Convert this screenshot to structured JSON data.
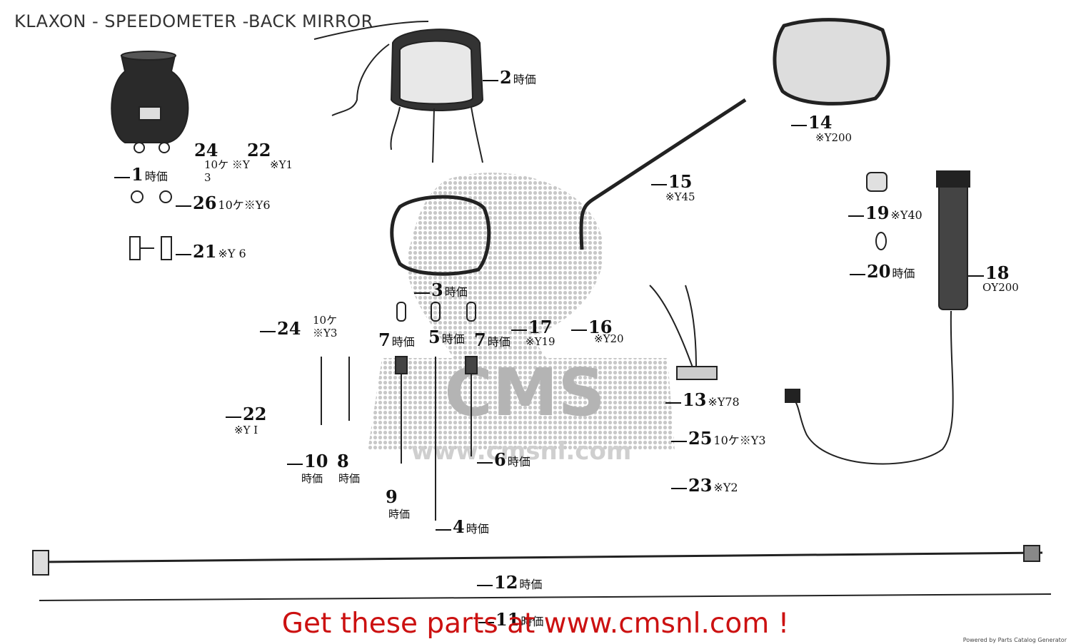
{
  "title": "KLAXON - SPEEDOMETER -BACK MIRROR",
  "cta": "Get these parts at www.cmsnl.com !",
  "credit": "Powered by Parts Catalog Generator",
  "watermark": {
    "text": "CMS",
    "url": "www.cmsnl.com"
  },
  "labels": [
    {
      "id": "1",
      "num": "1",
      "jp": "時価"
    },
    {
      "id": "2",
      "num": "2",
      "jp": "時価"
    },
    {
      "id": "3",
      "num": "3",
      "jp": "時価"
    },
    {
      "id": "4",
      "num": "4",
      "jp": "時価"
    },
    {
      "id": "5",
      "num": "5",
      "jp": "時価"
    },
    {
      "id": "6",
      "num": "6",
      "jp": "時価"
    },
    {
      "id": "7",
      "num": "7",
      "jp": "時価"
    },
    {
      "id": "7b",
      "num": "7",
      "jp": "時価"
    },
    {
      "id": "8",
      "num": "8",
      "jp": "時価"
    },
    {
      "id": "9",
      "num": "9",
      "jp": "時価"
    },
    {
      "id": "10",
      "num": "10",
      "jp": "時価"
    },
    {
      "id": "11",
      "num": "11",
      "jp": "時価"
    },
    {
      "id": "12",
      "num": "12",
      "jp": "時価"
    },
    {
      "id": "13",
      "num": "13",
      "jp": "※Y78"
    },
    {
      "id": "14",
      "num": "14",
      "jp": "※Y200"
    },
    {
      "id": "15",
      "num": "15",
      "jp": "※Y45"
    },
    {
      "id": "16",
      "num": "16",
      "jp": "※Y20"
    },
    {
      "id": "17",
      "num": "17",
      "jp": "※Y19"
    },
    {
      "id": "18",
      "num": "18",
      "jp": "OY200"
    },
    {
      "id": "19",
      "num": "19",
      "jp": "※Y40"
    },
    {
      "id": "20",
      "num": "20",
      "jp": "時価"
    },
    {
      "id": "21",
      "num": "21",
      "jp": "※Y 6"
    },
    {
      "id": "22a",
      "num": "22",
      "jp": "※Y1"
    },
    {
      "id": "22b",
      "num": "22",
      "jp": "※Y I"
    },
    {
      "id": "23",
      "num": "23",
      "jp": "※Y2"
    },
    {
      "id": "24a",
      "num": "24",
      "jp": "10ケ ※Y 3"
    },
    {
      "id": "24b",
      "num": "24",
      "jp": "10ケ ※Y3"
    },
    {
      "id": "25",
      "num": "25",
      "jp": "10ケ※Y3"
    },
    {
      "id": "26",
      "num": "26",
      "jp": "10ケ※Y6"
    }
  ]
}
